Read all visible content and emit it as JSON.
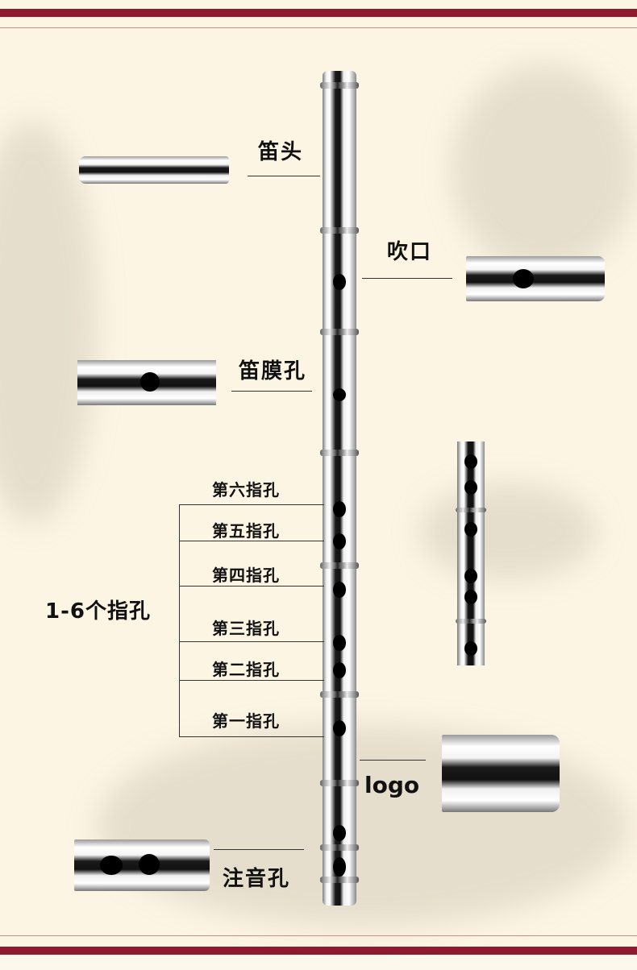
{
  "parts": {
    "head": "笛头",
    "mouth_hole": "吹口",
    "membrane_hole": "笛膜孔",
    "finger_holes_group": "1-6个指孔",
    "finger_holes": [
      "第六指孔",
      "第五指孔",
      "第四指孔",
      "第三指孔",
      "第二指孔",
      "第一指孔"
    ],
    "logo": "logo",
    "tuning_holes": "注音孔"
  },
  "colors": {
    "band": "#8f1a30",
    "background": "#fdf5e4",
    "thin_line": "#c98d8d"
  }
}
